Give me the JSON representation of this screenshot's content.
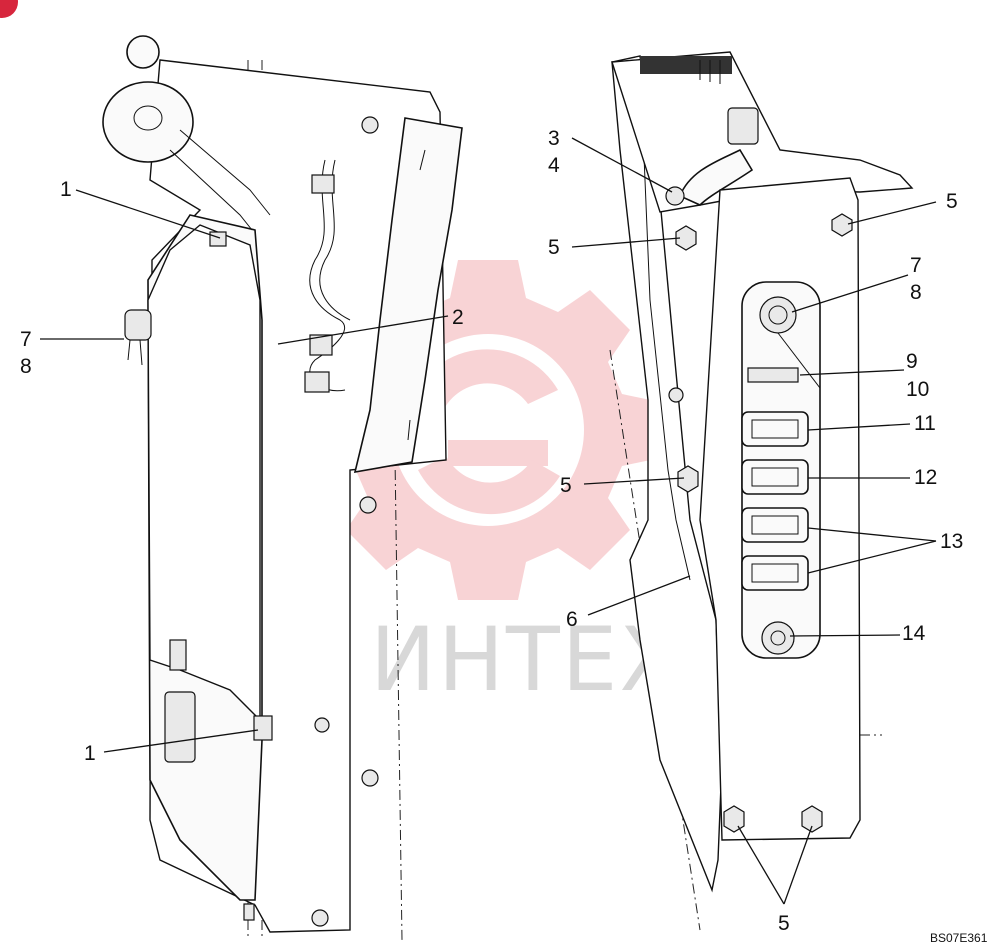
{
  "diagram": {
    "drawing_ref": "BS07E361",
    "watermark_text": "ИНТЕХ",
    "left_view": {
      "callouts": [
        {
          "id": "c1a",
          "text": "1"
        },
        {
          "id": "c2",
          "text": "2"
        },
        {
          "id": "c7",
          "text": "7"
        },
        {
          "id": "c8",
          "text": "8"
        },
        {
          "id": "c1b",
          "text": "1"
        }
      ]
    },
    "right_view": {
      "callouts": [
        {
          "id": "c3",
          "text": "3"
        },
        {
          "id": "c4",
          "text": "4"
        },
        {
          "id": "c5a",
          "text": "5"
        },
        {
          "id": "c5b",
          "text": "5"
        },
        {
          "id": "c7r",
          "text": "7"
        },
        {
          "id": "c8r",
          "text": "8"
        },
        {
          "id": "c9",
          "text": "9"
        },
        {
          "id": "c10",
          "text": "10"
        },
        {
          "id": "c11",
          "text": "11"
        },
        {
          "id": "c12",
          "text": "12"
        },
        {
          "id": "c5c",
          "text": "5"
        },
        {
          "id": "c13",
          "text": "13"
        },
        {
          "id": "c6",
          "text": "6"
        },
        {
          "id": "c14",
          "text": "14"
        },
        {
          "id": "c5d",
          "text": "5"
        }
      ]
    },
    "colors": {
      "line": "#111111",
      "watermark_logo": "#e33a44",
      "corner_badge": "#d7263d"
    }
  }
}
